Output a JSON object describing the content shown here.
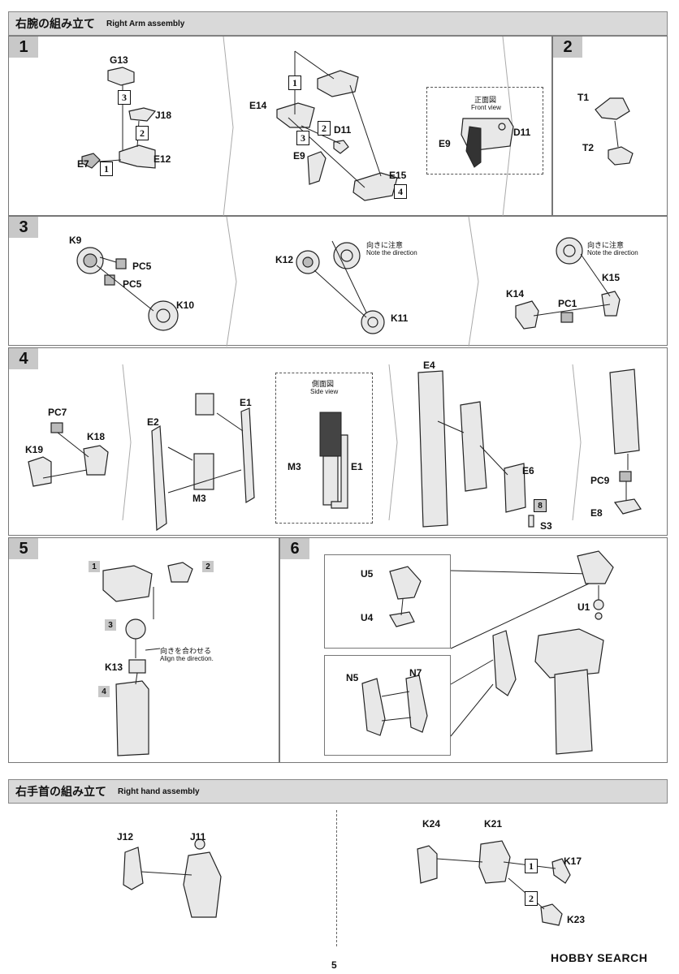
{
  "arm_header": {
    "jp": "右腕の組み立て",
    "en": "Right Arm assembly"
  },
  "hand_header": {
    "jp": "右手首の組み立て",
    "en": "Right hand assembly"
  },
  "step1": {
    "num": "1",
    "parts_a": [
      "G13",
      "J18",
      "E12",
      "E7"
    ],
    "order_a": [
      "3",
      "2",
      "1"
    ],
    "parts_b": [
      "E14",
      "D11",
      "E9",
      "E15"
    ],
    "order_b": [
      "1",
      "2",
      "3",
      "4"
    ],
    "front_view": {
      "jp": "正面図",
      "en": "Front view",
      "parts": [
        "E9",
        "D11"
      ]
    }
  },
  "step2": {
    "num": "2",
    "parts": [
      "T1",
      "T2"
    ]
  },
  "step3": {
    "num": "3",
    "parts_a": [
      "K9",
      "PC5",
      "PC5",
      "K10"
    ],
    "parts_b": [
      "K12",
      "K11"
    ],
    "parts_c": [
      "K14",
      "PC1",
      "K15"
    ],
    "note": {
      "jp": "向きに注意",
      "en": "Note the direction"
    }
  },
  "step4": {
    "num": "4",
    "parts_a": [
      "PC7",
      "K19",
      "K18"
    ],
    "parts_b": [
      "E2",
      "E1",
      "M3"
    ],
    "side_view": {
      "jp": "側面図",
      "en": "Side view",
      "parts": [
        "M3",
        "E1"
      ]
    },
    "parts_c": [
      "E4",
      "E6",
      "S3"
    ],
    "order_c": "8",
    "parts_d": [
      "PC9",
      "E8"
    ]
  },
  "step5": {
    "num": "5",
    "order": [
      "1",
      "2",
      "3",
      "4"
    ],
    "part": "K13",
    "note": {
      "jp": "向きを合わせる",
      "en": "Align the direction."
    }
  },
  "step6": {
    "num": "6",
    "parts": [
      "U5",
      "U4",
      "U1",
      "N5",
      "N7"
    ]
  },
  "hand": {
    "parts_a": [
      "J12",
      "J11"
    ],
    "parts_b": [
      "K24",
      "K21",
      "K17",
      "K23"
    ],
    "order_b": [
      "1",
      "2"
    ]
  },
  "footer": {
    "page": "5",
    "brand": "HOBBY SEARCH"
  }
}
